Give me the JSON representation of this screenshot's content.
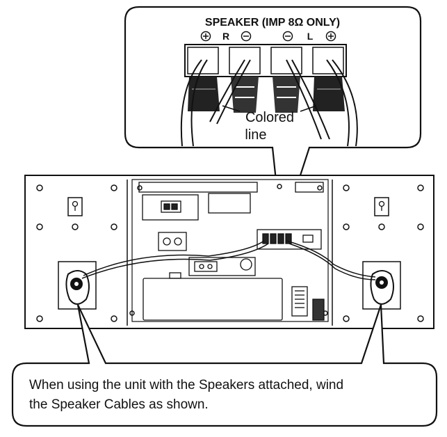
{
  "callout": {
    "title": "SPEAKER (IMP 8Ω ONLY)",
    "terminal_r": "R",
    "terminal_l": "L",
    "colored_line": "Colored",
    "colored_line_2": "line"
  },
  "caption": {
    "line1": "When using the unit with the Speakers attached, wind",
    "line2": "the Speaker Cables as shown."
  },
  "icons": [
    "plus-terminal-icon",
    "minus-terminal-icon"
  ]
}
